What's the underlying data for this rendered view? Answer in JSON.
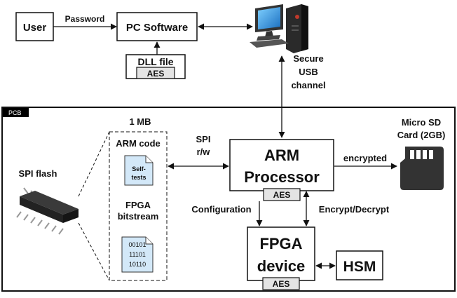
{
  "top": {
    "user": "User",
    "password": "Password",
    "pc_software": "PC Software",
    "dll_file": "DLL file",
    "aes": "AES",
    "secure_channel": [
      "Secure",
      "USB",
      "channel"
    ]
  },
  "pcb": {
    "label": "PCB",
    "flash_size": "1 MB",
    "arm_code": "ARM code",
    "self_tests": [
      "Self-",
      "tests"
    ],
    "fpga_bitstream": [
      "FPGA",
      "bitstream"
    ],
    "binary": [
      "00101",
      "11101",
      "10110"
    ],
    "spi_flash": "SPI flash",
    "spi_rw": [
      "SPI",
      "r/w"
    ],
    "arm_processor": [
      "ARM",
      "Processor"
    ],
    "arm_aes": "AES",
    "encrypted": "encrypted",
    "micro_sd": [
      "Micro SD",
      "Card (2GB)"
    ],
    "configuration": "Configuration",
    "encrypt_decrypt": "Encrypt/Decrypt",
    "fpga_device": [
      "FPGA",
      "device"
    ],
    "fpga_aes": "AES",
    "hsm": "HSM"
  }
}
